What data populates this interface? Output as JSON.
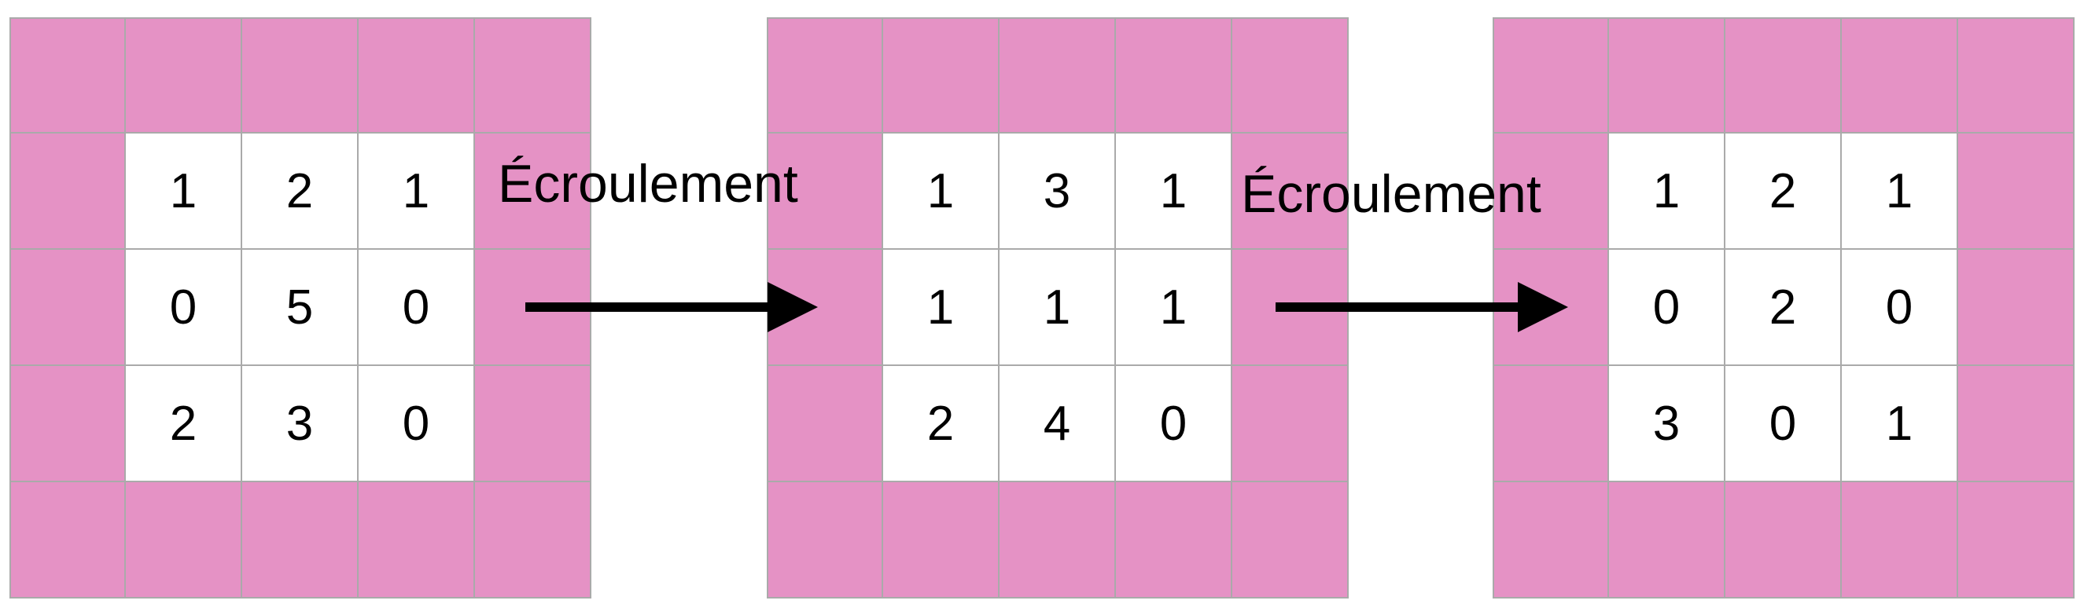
{
  "colors": {
    "border_cell": "#e592c5",
    "inner_cell": "#ffffff",
    "grid_line": "#aaaaaa",
    "arrow": "#000000"
  },
  "grids": [
    {
      "values": [
        [
          1,
          2,
          1
        ],
        [
          0,
          5,
          0
        ],
        [
          2,
          3,
          0
        ]
      ]
    },
    {
      "values": [
        [
          1,
          3,
          1
        ],
        [
          1,
          1,
          1
        ],
        [
          2,
          4,
          0
        ]
      ]
    },
    {
      "values": [
        [
          1,
          2,
          1
        ],
        [
          0,
          2,
          0
        ],
        [
          3,
          0,
          1
        ]
      ]
    }
  ],
  "transitions": [
    {
      "label": "Écroulement"
    },
    {
      "label": "Écroulement"
    }
  ]
}
